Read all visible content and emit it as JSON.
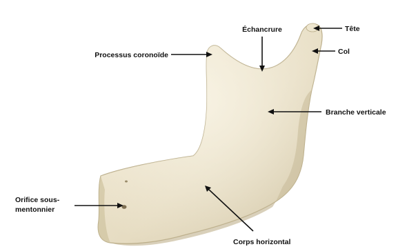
{
  "labels": {
    "tete": "Tête",
    "col": "Col",
    "echancrure": "Échancrure",
    "processus": "Processus coronoïde",
    "branche": "Branche verticale",
    "orifice_line1": "Orifice sous-",
    "orifice_line2": "mentonnier",
    "corps": "Corps horizontal"
  },
  "colors": {
    "bone": "#e9e1c9",
    "bone_shadow": "#c9bd9c",
    "label_text": "#111111"
  },
  "icons": {
    "arrow": "arrow-pointer"
  }
}
